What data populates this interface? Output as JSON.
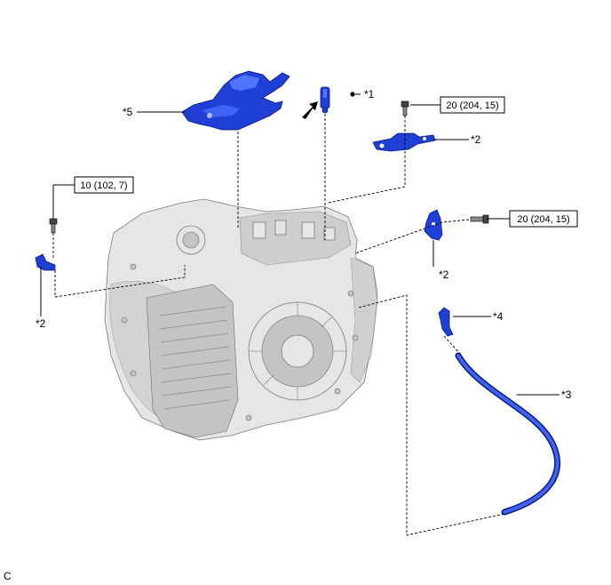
{
  "callouts": {
    "c1": "*1",
    "c2_top": "*2",
    "c2_left": "*2",
    "c2_right": "*2",
    "c3": "*3",
    "c4": "*4",
    "c5": "*5"
  },
  "torque": {
    "t1": "20 (204, 15)",
    "t2": "20 (204, 15)",
    "t3": "10 (102, 7)"
  },
  "footer_code": "C",
  "colors": {
    "part": "#1f3fd6",
    "case": "#e6e6e6"
  },
  "icons": {
    "arrow": "solid-arrow-icon",
    "dot": "bullet-dot-icon"
  }
}
